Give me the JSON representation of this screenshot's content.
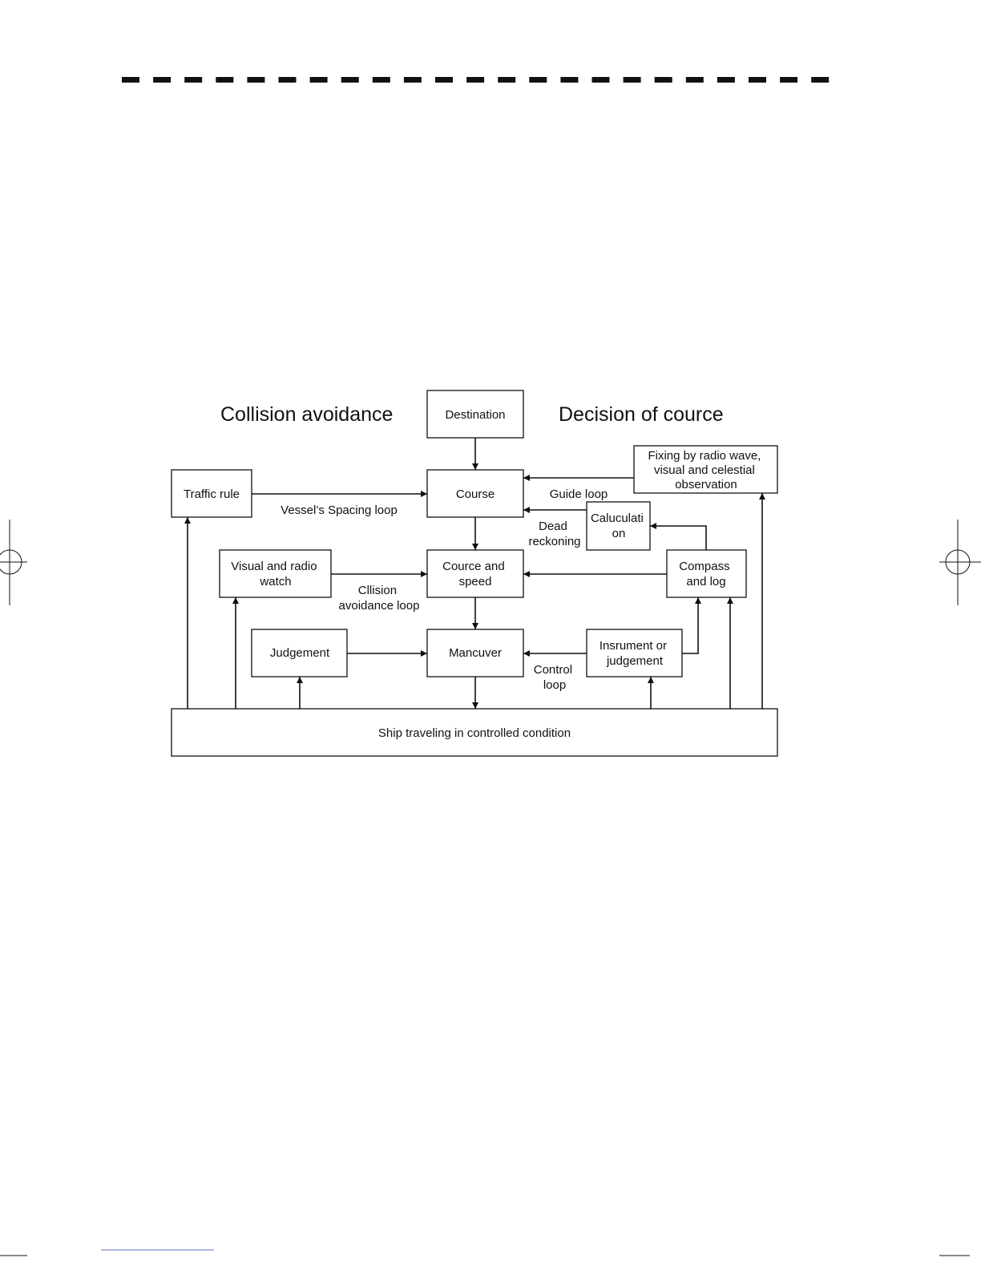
{
  "headings": {
    "left": "Collision avoidance",
    "right": "Decision of cource"
  },
  "nodes": {
    "destination": [
      "Destination"
    ],
    "course": [
      "Course"
    ],
    "fixing": [
      "Fixing by radio wave,",
      "visual and celestial",
      "observation"
    ],
    "traffic_rule": [
      "Traffic rule"
    ],
    "calculation": [
      "Caluculati",
      "on"
    ],
    "visual_watch": [
      "Visual and radio",
      "watch"
    ],
    "course_speed": [
      "Cource and",
      "speed"
    ],
    "compass_log": [
      "Compass",
      "and log"
    ],
    "judgement": [
      "Judgement"
    ],
    "maneuver": [
      "Mancuver"
    ],
    "instrument": [
      "Insrument or",
      "judgement"
    ],
    "ship": [
      "Ship traveling in controlled condition"
    ]
  },
  "loop_labels": {
    "guide_loop": [
      "Guide loop"
    ],
    "spacing_loop": [
      "Vessel’s Spacing loop"
    ],
    "dead_reckoning": [
      "Dead",
      "reckoning"
    ],
    "collision_loop": [
      "Cllision",
      "avoidance loop"
    ],
    "control_loop": [
      "Control",
      "loop"
    ]
  }
}
